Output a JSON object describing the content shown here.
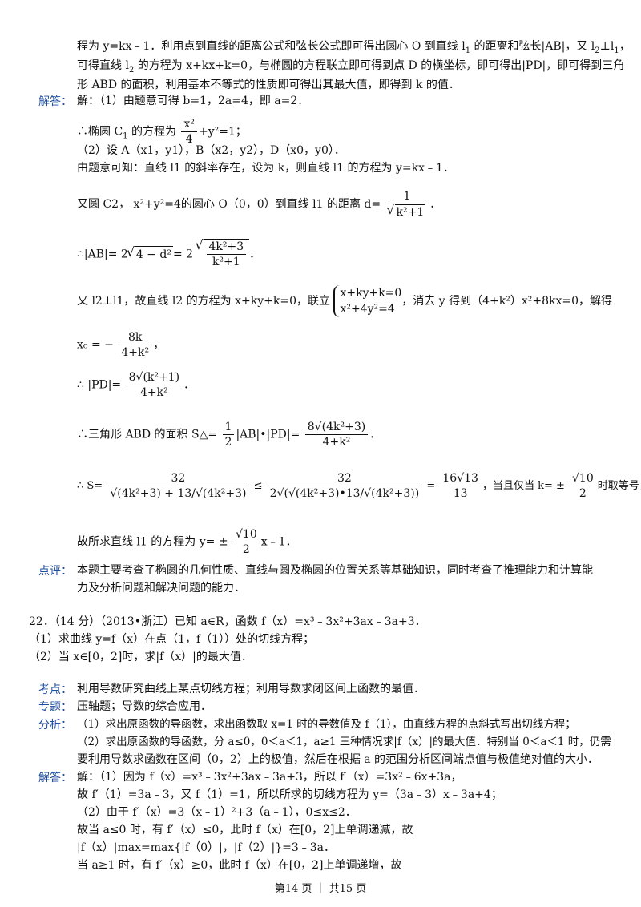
{
  "top": {
    "l1": "程为 y=kx﹣1．利用点到直线的距离公式和弦长公式即可得出圆心 O 到直线 l",
    "l1b": "1",
    "l1c": " 的距离和弦长|AB|，又 l",
    "l1d": "2",
    "l1e": "⊥l",
    "l1f": "1",
    "l1g": "，",
    "l2": "可得直线 l",
    "l2b": "2",
    "l2c": " 的方程为 x+kx+k=0，与椭圆的方程联立即可得到点 D 的横坐标，即可得出|PD|，即可得到三角",
    "l3": "形 ABD 的面积，利用基本不等式的性质即可得出其最大值，即得到 k 的值．"
  },
  "sol21": {
    "label": "解答：",
    "s1": "解：（1）由题意可得 b=1，2a=4，即 a=2．",
    "s2": "∴椭圆 C",
    "s2b": "1",
    "s2c": " 的方程为",
    "s2frac_num": "x²",
    "s2frac_den": "4",
    "s2d": "+y²=1；",
    "s3": "（2）设 A（x",
    "s3rest": "1，y1），B（x2，y2），D（x0，y0）．",
    "s4": "由题意可知：直线 l1 的斜率存在，设为 k，则直线 l1 的方程为 y=kx﹣1．",
    "s5": "又圆 C2， x²+y²=4的圆心 O（0，0）到直线 l1 的距离 d=",
    "s5num": "1",
    "s5den": "k²+1",
    "s6": "∴|AB|= 2",
    "s6a": "4 − d²",
    "s6b": "= 2",
    "s6num": "4k²+3",
    "s6den": "k²+1",
    "s7": "又 l2⊥l1，故直线 l2 的方程为 x+ky+k=0，联立",
    "s7sys1": "x+ky+k=0",
    "s7sys2": "x²+4y²=4",
    "s7b": "，消去 y 得到（4+k²）x²+8kx=0，解得",
    "s8": "x₀ = −",
    "s8num": "8k",
    "s8den": "4+k²",
    "s9": "∴ |PD|=",
    "s9num": "8√(k²+1)",
    "s9den": "4+k²",
    "s10": "∴三角形 ABD 的面积 S△=",
    "s10half_num": "1",
    "s10half_den": "2",
    "s10mid": "|AB|•|PD|=",
    "s10num": "8√(4k²+3)",
    "s10den": "4+k²",
    "s11": "∴ S=",
    "s11num": "32",
    "s11den": "√(4k²+3) + 13/√(4k²+3)",
    "s11le": "≤",
    "s11num2": "32",
    "s11den2": "2√(√(4k²+3)•13/√(4k²+3))",
    "s11eq": "=",
    "s11num3": "16√13",
    "s11den3": "13",
    "s11tail": "，当且仅当 k= ±",
    "s11knum": "√10",
    "s11kden": "2",
    "s11end": "时取等号，",
    "s12": "故所求直线 l1 的方程为 y= ±",
    "s12num": "√10",
    "s12den": "2",
    "s12end": "x﹣1．"
  },
  "comment21": {
    "label": "点评：",
    "t1": "本题主要考查了椭圆的几何性质、直线与圆及椭圆的位置关系等基础知识，同时考查了推理能力和计算能",
    "t2": "力及分析问题和解决问题的能力．"
  },
  "q22": {
    "title": "22．（14 分）（2013•浙江）已知 a∈R，函数 f（x）=x³﹣3x²+3ax﹣3a+3．",
    "p1": "（1）求曲线 y=f（x）在点（1，f（1））处的切线方程；",
    "p2": "（2）当 x∈[0，2]时，求|f（x）|的最大值．"
  },
  "meta22": {
    "kd_label": "考点：",
    "kd": "利用导数研究曲线上某点切线方程；利用导数求闭区间上函数的最值．",
    "zt_label": "专题：",
    "zt": "压轴题；导数的综合应用．",
    "fx_label": "分析：",
    "fx1": "（1）求出原函数的导函数，求出函数取 x=1 时的导数值及 f（1），由直线方程的点斜式写出切线方程；",
    "fx2": "（2）求出原函数的导函数，分 a≤0，0＜a＜1，a≥1 三种情况求|f（x）|的最大值．特别当 0＜a＜1 时，仍需",
    "fx3": "要利用导数求函数在区间（0，2）上的极值，然后在根据 a 的范围分析区间端点值与极值绝对值的大小．"
  },
  "sol22": {
    "label": "解答：",
    "s1": "解：（1）因为 f（x）=x³﹣3x²+3ax﹣3a+3，所以 f′（x）=3x²﹣6x+3a，",
    "s2": "故 f′（1）=3a﹣3，又 f（1）=1，所以所求的切线方程为 y=（3a﹣3）x﹣3a+4；",
    "s3": "（2）由于 f′（x）=3（x﹣1）²+3（a﹣1），0≤x≤2．",
    "s4": "故当 a≤0 时，有 f′（x）≤0，此时 f（x）在[0，2]上单调递减，故",
    "s5": "|f（x）|max=max{|f（0）|，|f（2）|}=3﹣3a．",
    "s6": "当 a≥1 时，有 f′（x）≥0，此时 f（x）在[0，2]上单调递增，故"
  },
  "footer": {
    "text": "第14 页 ｜ 共15 页"
  }
}
